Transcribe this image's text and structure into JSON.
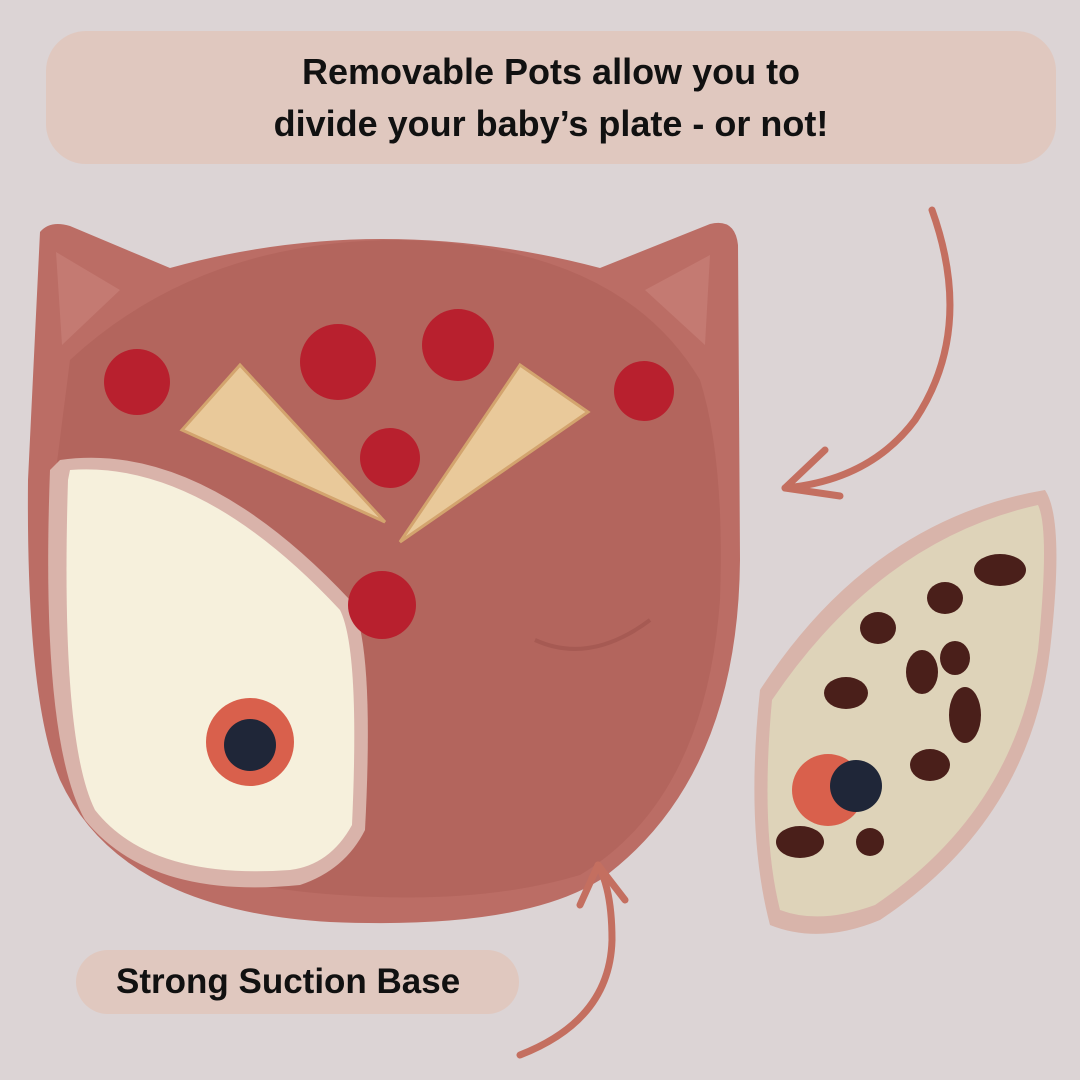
{
  "headline": {
    "line1": "Removable Pots allow you to",
    "line2": "divide your baby’s plate - or not!"
  },
  "callout": {
    "label": "Strong Suction Base"
  },
  "colors": {
    "background": "#dcd4d5",
    "pill": "#e0c8bf",
    "plate": "#b86a62",
    "arrow": "#c46f60"
  }
}
